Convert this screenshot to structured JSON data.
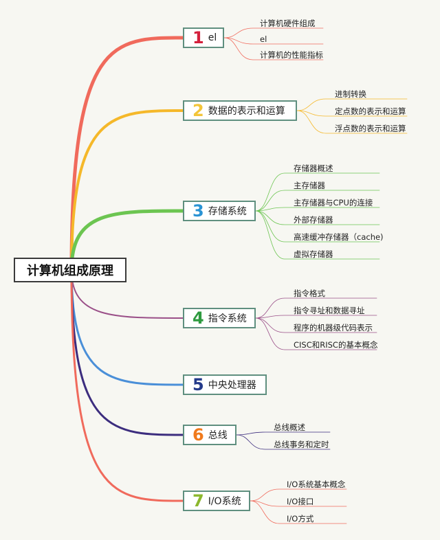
{
  "root": {
    "label": "计算机组成原理"
  },
  "topics": [
    {
      "num": "1",
      "label": "el",
      "num_color": "#d4213d",
      "line_color": "#f06a5c",
      "children": [
        "计算机硬件组成",
        "el",
        "计算机的性能指标"
      ]
    },
    {
      "num": "2",
      "label": "数据的表示和运算",
      "num_color": "#f3c53a",
      "line_color": "#f5b82a",
      "children": [
        "进制转换",
        "定点数的表示和运算",
        "浮点数的表示和运算"
      ]
    },
    {
      "num": "3",
      "label": "存储系统",
      "num_color": "#2a93d4",
      "line_color": "#6cc551",
      "children": [
        "存储器概述",
        "主存储器",
        "主存储器与CPU的连接",
        "外部存储器",
        "高速缓冲存储器（cache)",
        "虚拟存储器"
      ]
    },
    {
      "num": "4",
      "label": "指令系统",
      "num_color": "#2e9a3f",
      "line_color": "#9a4f88",
      "children": [
        "指令格式",
        "指令寻址和数据寻址",
        "程序的机器级代码表示",
        "CISC和RISC的基本概念"
      ]
    },
    {
      "num": "5",
      "label": "中央处理器",
      "num_color": "#243a8a",
      "line_color": "#4a8fd8",
      "children": []
    },
    {
      "num": "6",
      "label": "总线",
      "num_color": "#f07a1d",
      "line_color": "#3c2d7e",
      "children": [
        "总线概述",
        "总线事务和定时"
      ]
    },
    {
      "num": "7",
      "label": "I/O系统",
      "num_color": "#8cb72d",
      "line_color": "#f06a5c",
      "children": [
        "I/O系统基本概念",
        "I/O接口",
        "I/O方式"
      ]
    }
  ]
}
